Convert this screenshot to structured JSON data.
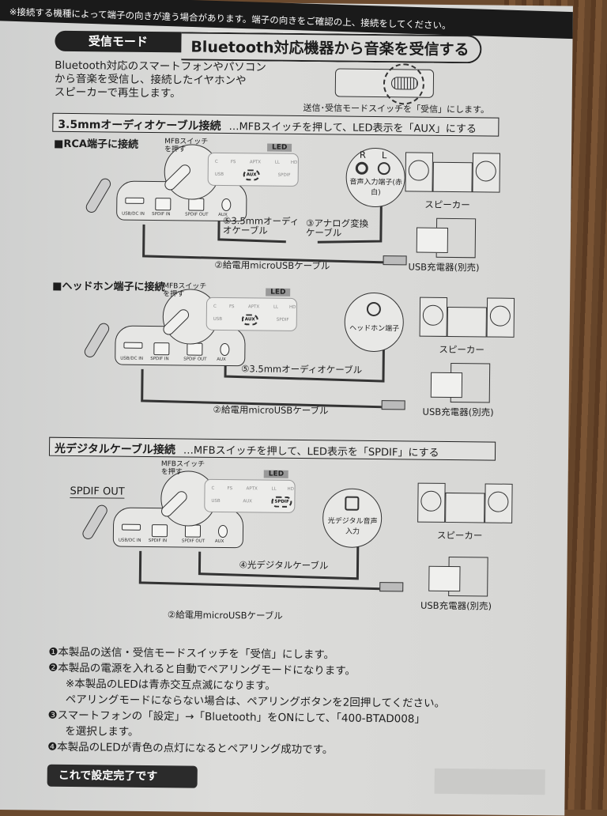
{
  "top_notice": "※接続する機種によって端子の向きが違う場合があります。端子の向きをご確認の上、接続をしてください。",
  "mode_tab": "受信モード",
  "heading": "Bluetooth対応機器から音楽を受信する",
  "intro": [
    "Bluetooth対応のスマートフォンやパソコン",
    "から音楽を受信し、接続したイヤホンや",
    "スピーカーで再生します。"
  ],
  "switch_caption": "送信･受信モードスイッチを「受信」にします。",
  "section1": {
    "title": "3.5mmオーディオケーブル接続",
    "note": "…MFBスイッチを押して、LED表示を「AUX」にする"
  },
  "section2": {
    "title": "光デジタルケーブル接続",
    "note": "…MFBスイッチを押して、LED表示を「SPDIF」にする"
  },
  "sub_rca": "■RCA端子に接続",
  "sub_headphone": "■ヘッドホン端子に接続",
  "common": {
    "mfb": "MFBスイッチを押す",
    "led": "LED",
    "led_items": [
      "C",
      "FS",
      "APTX",
      "LL",
      "HD",
      "USB",
      "AUX",
      "SPDIF"
    ],
    "ports": [
      "USB/DC IN",
      "SPDIF IN",
      "SPDIF OUT",
      "AUX"
    ],
    "speaker": "スピーカー",
    "charger": "USB充電器(別売)",
    "usb_cable": "②給電用microUSBケーブル"
  },
  "diagrams": [
    {
      "active": "AUX",
      "cable": "⑤3.5mmオーディオケーブル",
      "cable2": "③アナログ変換ケーブル",
      "jack": "音声入力端子(赤白)",
      "jack_r": "R",
      "jack_l": "L"
    },
    {
      "active": "AUX",
      "cable": "⑤3.5mmオーディオケーブル",
      "jack": "ヘッドホン端子"
    },
    {
      "active": "SPDIF",
      "cable": "④光デジタルケーブル",
      "jack": "光デジタル音声入力",
      "callout": "SPDIF OUT"
    }
  ],
  "steps": [
    {
      "text": "❶本製品の送信・受信モードスイッチを「受信」にします。"
    },
    {
      "text": "❷本製品の電源を入れると自動でペアリングモードになります。"
    },
    {
      "text": "※本製品のLEDは青赤交互点滅になります。",
      "indent": true
    },
    {
      "text": "ペアリングモードにならない場合は、ペアリングボタンを2回押してください。",
      "indent": true
    },
    {
      "text": "❸スマートフォンの「設定」→「Bluetooth」をONにして、「400-BTAD008」"
    },
    {
      "text": "を選択します。",
      "indent": true
    },
    {
      "text": "❹本製品のLEDが青色の点灯になるとペアリング成功です。"
    }
  ],
  "done_label": "これで設定完了です"
}
